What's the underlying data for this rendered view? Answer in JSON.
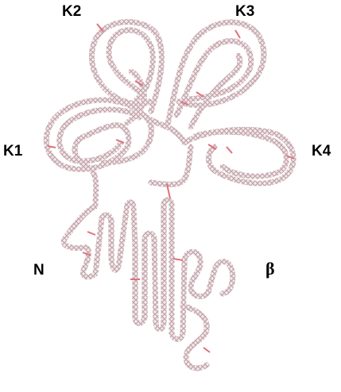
{
  "labels": {
    "k1": "K1",
    "k2": "K2",
    "k3": "K3",
    "k4": "K4",
    "n": "N",
    "beta": "β"
  },
  "colors": {
    "background": "#ffffff",
    "bead_fill": "#f3e4e6",
    "bead_stroke": "#a88890",
    "disulfide_bond": "#e0707a",
    "label_text": "#000000"
  }
}
